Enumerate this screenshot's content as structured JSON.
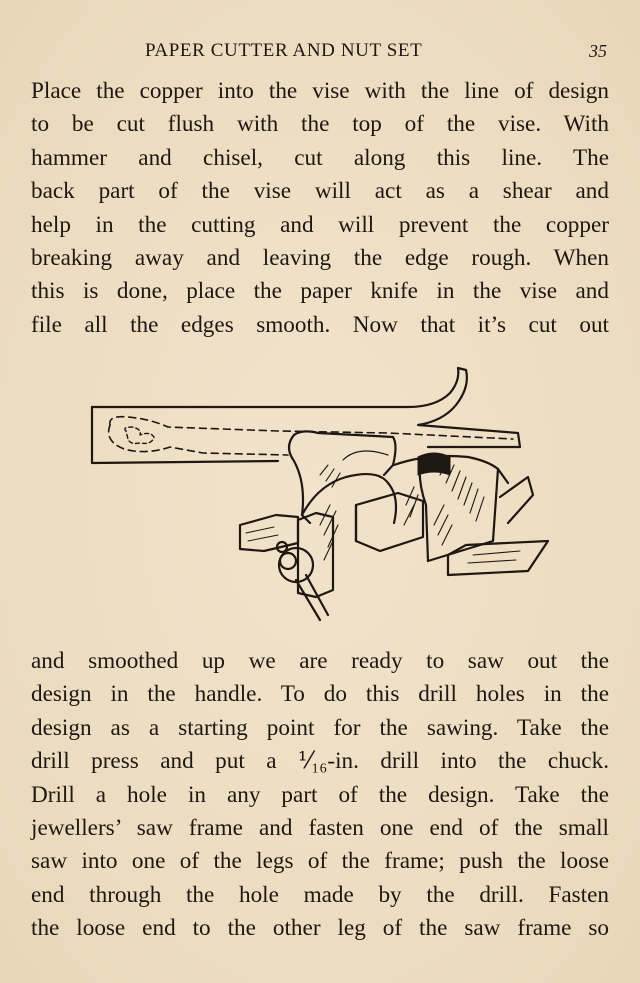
{
  "header": {
    "running_title": "PAPER CUTTER AND NUT SET",
    "page_number": "35"
  },
  "paragraph_before_figure": {
    "lines": [
      "Place the copper into the vise with the line of design",
      "to be cut flush with the top of the vise. With",
      "hammer and chisel, cut along this line. The",
      "back part of the vise will act as a shear and",
      "help in the cutting and will prevent the copper",
      "breaking away and leaving the edge rough. When",
      "this is done, place the paper knife in the vise and",
      "file all the edges smooth. Now that it’s cut out"
    ]
  },
  "figure": {
    "description": "Illustration of a paper knife blank clamped in a bench vise, with dashed outline of the handle design"
  },
  "paragraph_after_figure": {
    "lines": [
      "and smoothed up we are ready to saw out the",
      "design in the handle. To do this drill holes in the",
      "design as a starting point for the sawing. Take the",
      "drill press and put a ⅟₁₆-in. drill into the chuck.",
      "Drill a hole in any part of the design. Take the",
      "jewellers’ saw frame and fasten one end of the small",
      "saw into one of the legs of the frame; push the loose",
      "end through the hole made by the drill. Fasten",
      "the loose end to the other leg of the saw frame so"
    ]
  },
  "colors": {
    "paper": "#efdfc4",
    "ink": "#1e1712"
  }
}
